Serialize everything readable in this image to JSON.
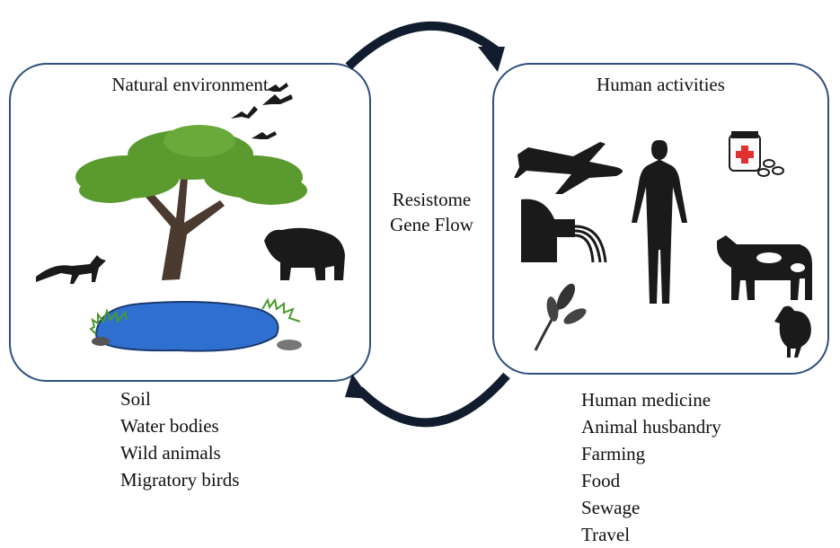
{
  "natural_environment": {
    "title": "Natural environment",
    "items": [
      "Soil",
      "Water bodies",
      "Wild animals",
      "Migratory birds"
    ]
  },
  "human_activities": {
    "title": "Human activities",
    "items": [
      "Human medicine",
      "Animal husbandry",
      "Farming",
      "Food",
      "Sewage",
      "Travel"
    ]
  },
  "flow": {
    "line1": "Resistome",
    "line2": "Gene Flow"
  },
  "colors": {
    "panel_border": "#2f4f7f",
    "arrow": "#111d2e",
    "silhouette": "#1a1a1a",
    "tree_canopy": "#5a9a2e",
    "tree_trunk": "#4a3a30",
    "pond_water": "#2f6fd0",
    "grass": "#4a9a2a",
    "medicine_cross": "#e03030"
  }
}
